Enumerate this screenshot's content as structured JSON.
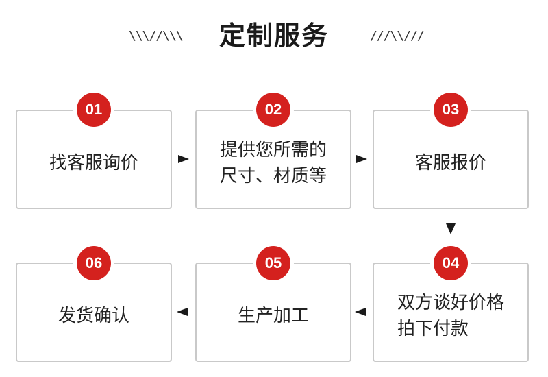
{
  "header": {
    "title": "定制服务",
    "deco_left": "\\\\\\//\\\\\\",
    "deco_right": "///\\\\///"
  },
  "colors": {
    "badge": "#d4211e",
    "border": "#c9c9c9",
    "arrow": "#1a1a1a"
  },
  "steps": [
    {
      "number": "01",
      "line1": "找客服询价",
      "line2": ""
    },
    {
      "number": "02",
      "line1": "提供您所需的",
      "line2": "尺寸、材质等"
    },
    {
      "number": "03",
      "line1": "客服报价",
      "line2": ""
    },
    {
      "number": "04",
      "line1": "双方谈好价格",
      "line2": "拍下付款"
    },
    {
      "number": "05",
      "line1": "生产加工",
      "line2": ""
    },
    {
      "number": "06",
      "line1": "发货确认",
      "line2": ""
    }
  ]
}
